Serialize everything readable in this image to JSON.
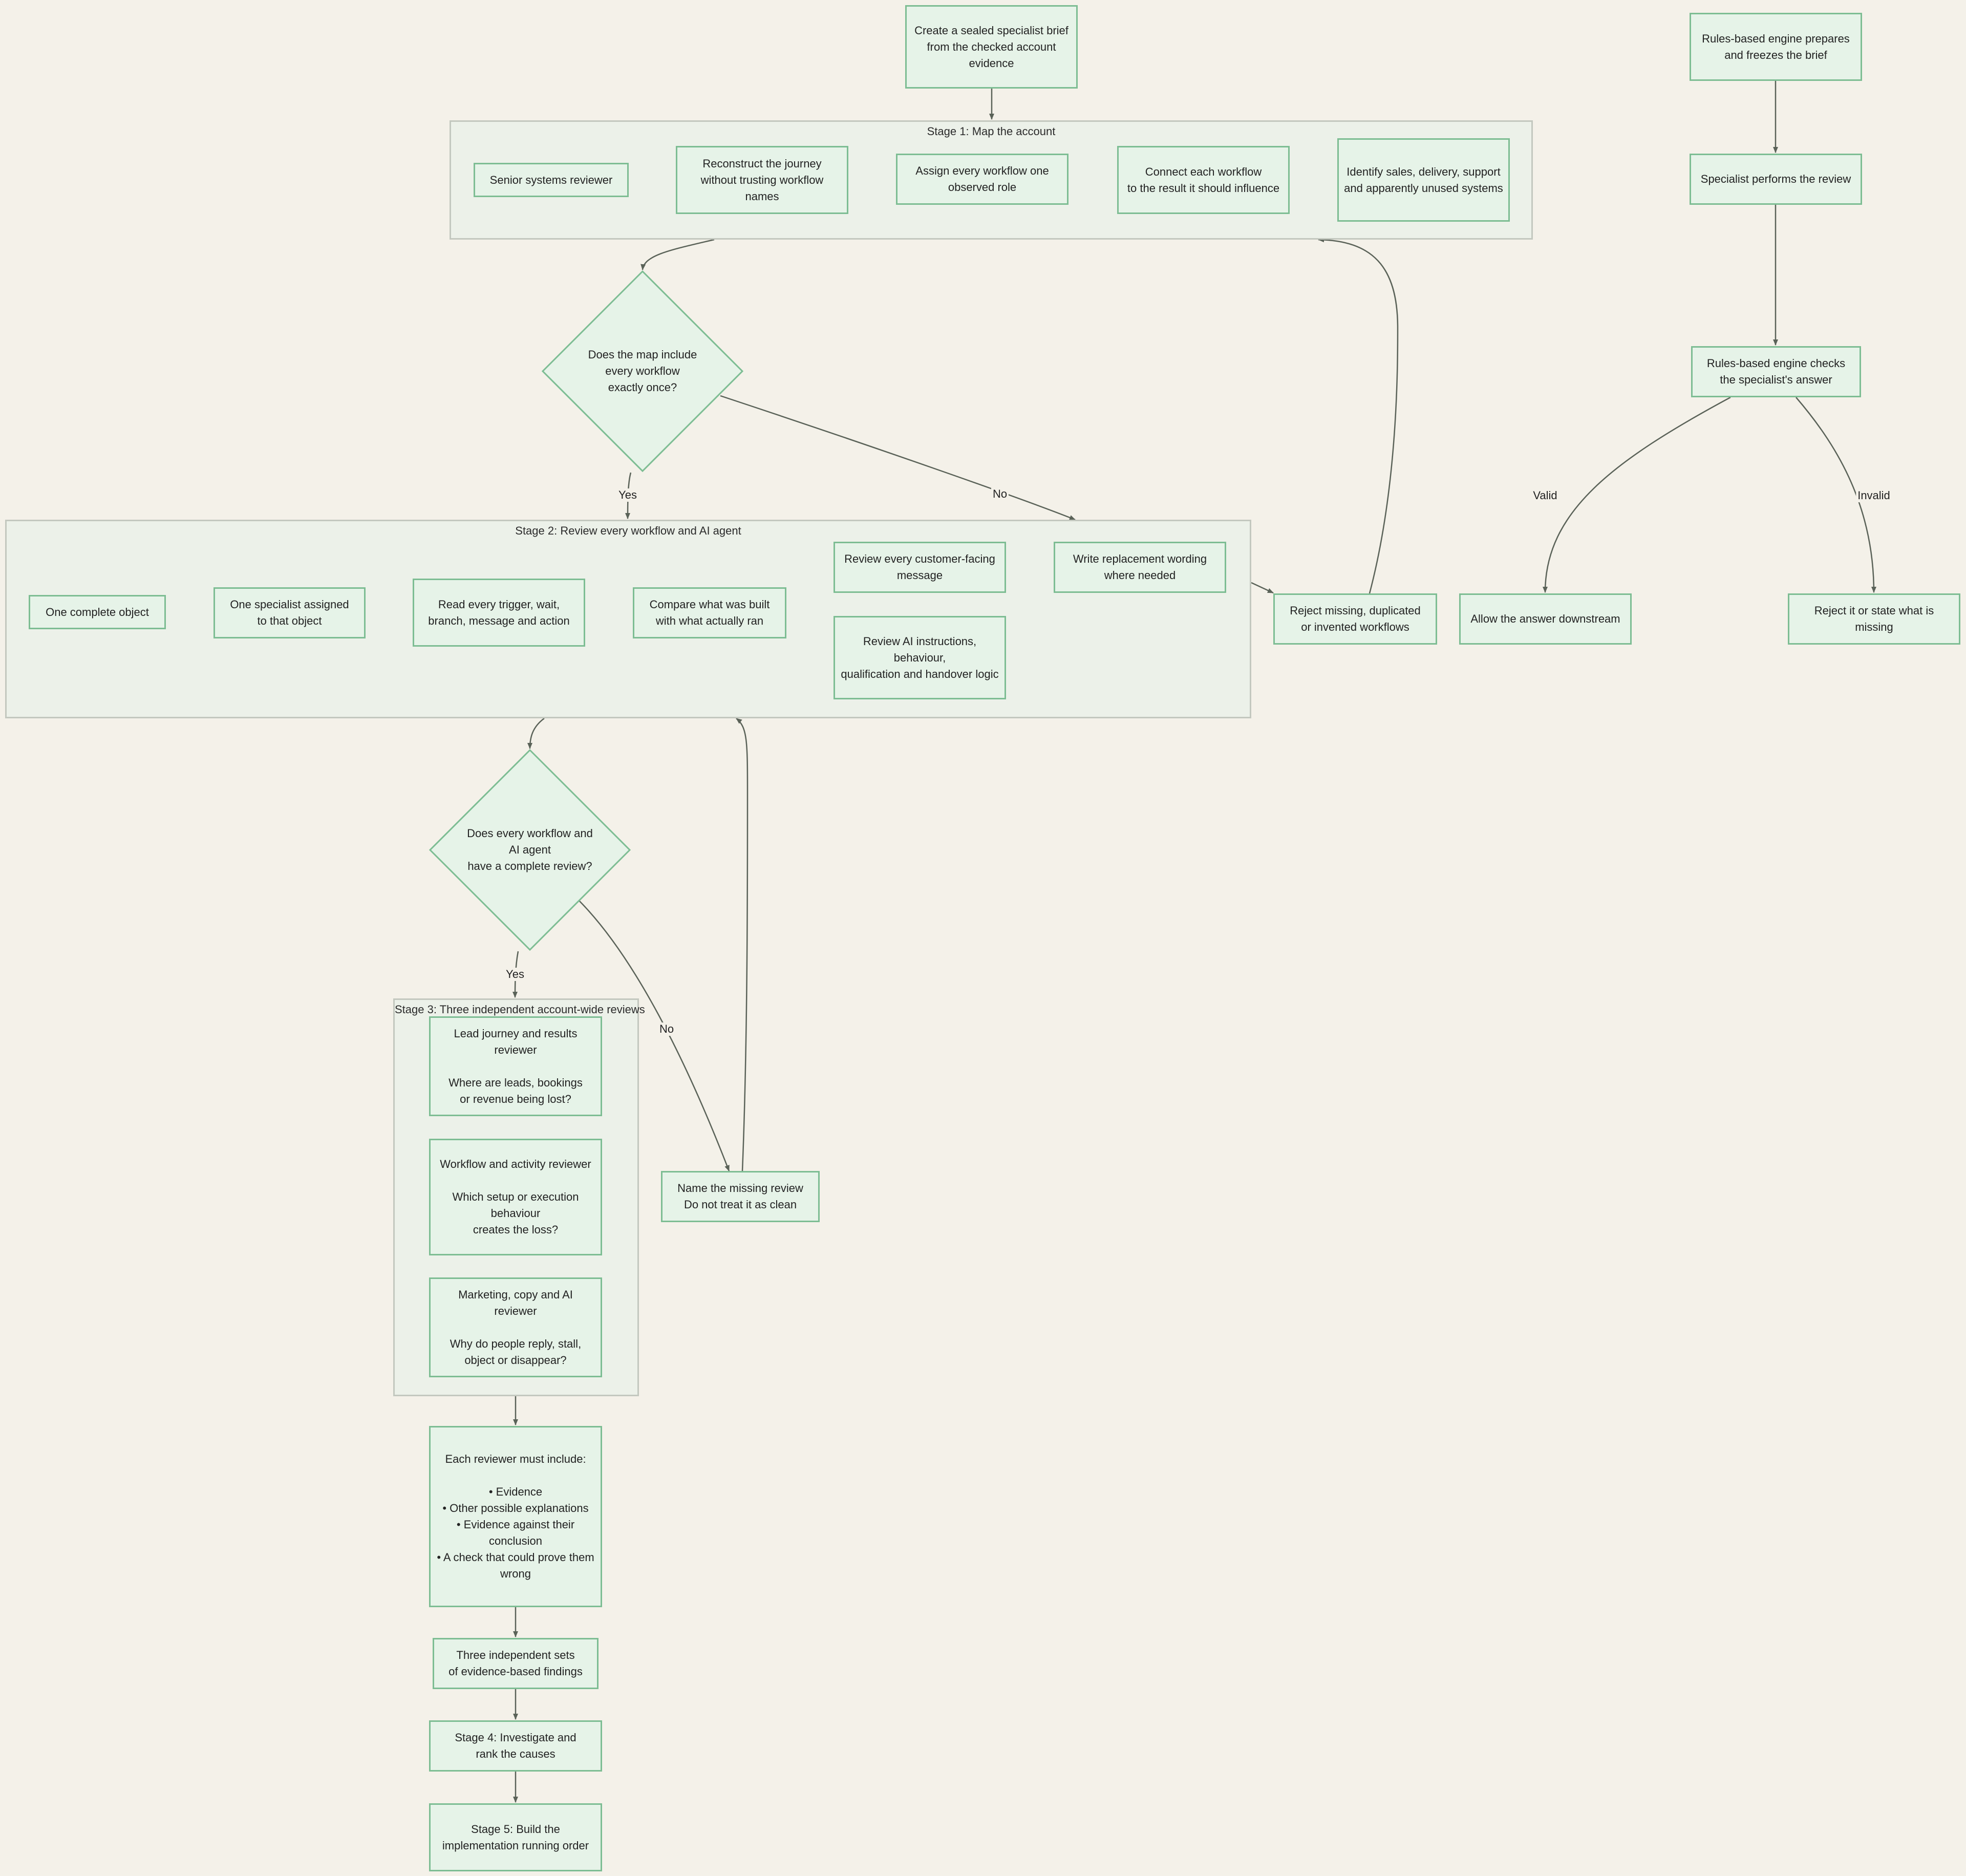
{
  "nodes": {
    "brief": "Create a sealed specialist brief\nfrom the checked account evidence",
    "rules_prepare": "Rules-based engine prepares\nand freezes the brief",
    "specialist_performs": "Specialist performs the review",
    "rules_checks": "Rules-based engine checks\nthe specialist's answer",
    "allow_answer": "Allow the answer downstream",
    "reject_state": "Reject it or state what is missing",
    "senior_reviewer": "Senior systems reviewer",
    "reconstruct": "Reconstruct the journey\nwithout trusting workflow names",
    "assign_role": "Assign every workflow one observed role",
    "connect_workflow": "Connect each workflow\nto the result it should influence",
    "identify_systems": "Identify sales, delivery, support\nand apparently unused systems",
    "map_question": "Does the map include\nevery workflow\nexactly once?",
    "reject_missing": "Reject missing, duplicated\nor invented workflows",
    "one_object": "One complete object",
    "one_specialist": "One specialist assigned\nto that object",
    "read_trigger": "Read every trigger, wait,\nbranch, message and action",
    "compare_built": "Compare what was built\nwith what actually ran",
    "review_messages": "Review every customer-facing message",
    "write_replacement": "Write replacement wording\nwhere needed",
    "review_ai": "Review AI instructions, behaviour,\nqualification and handover logic",
    "review_question": "Does every workflow and\nAI agent\nhave a complete review?",
    "name_missing": "Name the missing review\nDo not treat it as clean",
    "lead_journey": "Lead journey and results reviewer\n\nWhere are leads, bookings\nor revenue being lost?",
    "workflow_activity": "Workflow and activity reviewer\n\nWhich setup or execution behaviour\ncreates the loss?",
    "marketing_copy": "Marketing, copy and AI reviewer\n\nWhy do people reply, stall,\nobject or disappear?",
    "each_reviewer": "Each reviewer must include:\n\n• Evidence\n• Other possible explanations\n• Evidence against their conclusion\n• A check that could prove them wrong",
    "three_sets": "Three independent sets\nof evidence-based findings",
    "stage4": "Stage 4: Investigate and\nrank the causes",
    "stage5": "Stage 5: Build the\nimplementation running order"
  },
  "clusters": {
    "stage1": "Stage 1: Map the account",
    "stage2": "Stage 2: Review every workflow and AI agent",
    "stage3": "Stage 3: Three independent account-wide reviews"
  },
  "edge_labels": {
    "yes_map": "Yes",
    "no_map": "No",
    "yes_review": "Yes",
    "no_review": "No",
    "valid": "Valid",
    "invalid": "Invalid"
  },
  "colors": {
    "background": "#f4f1e9",
    "node_fill": "#e6f3e8",
    "node_border": "#7dbd93",
    "cluster_fill": "#ecf1e9",
    "cluster_border": "#c3c8bf",
    "edge": "#5a6258"
  }
}
